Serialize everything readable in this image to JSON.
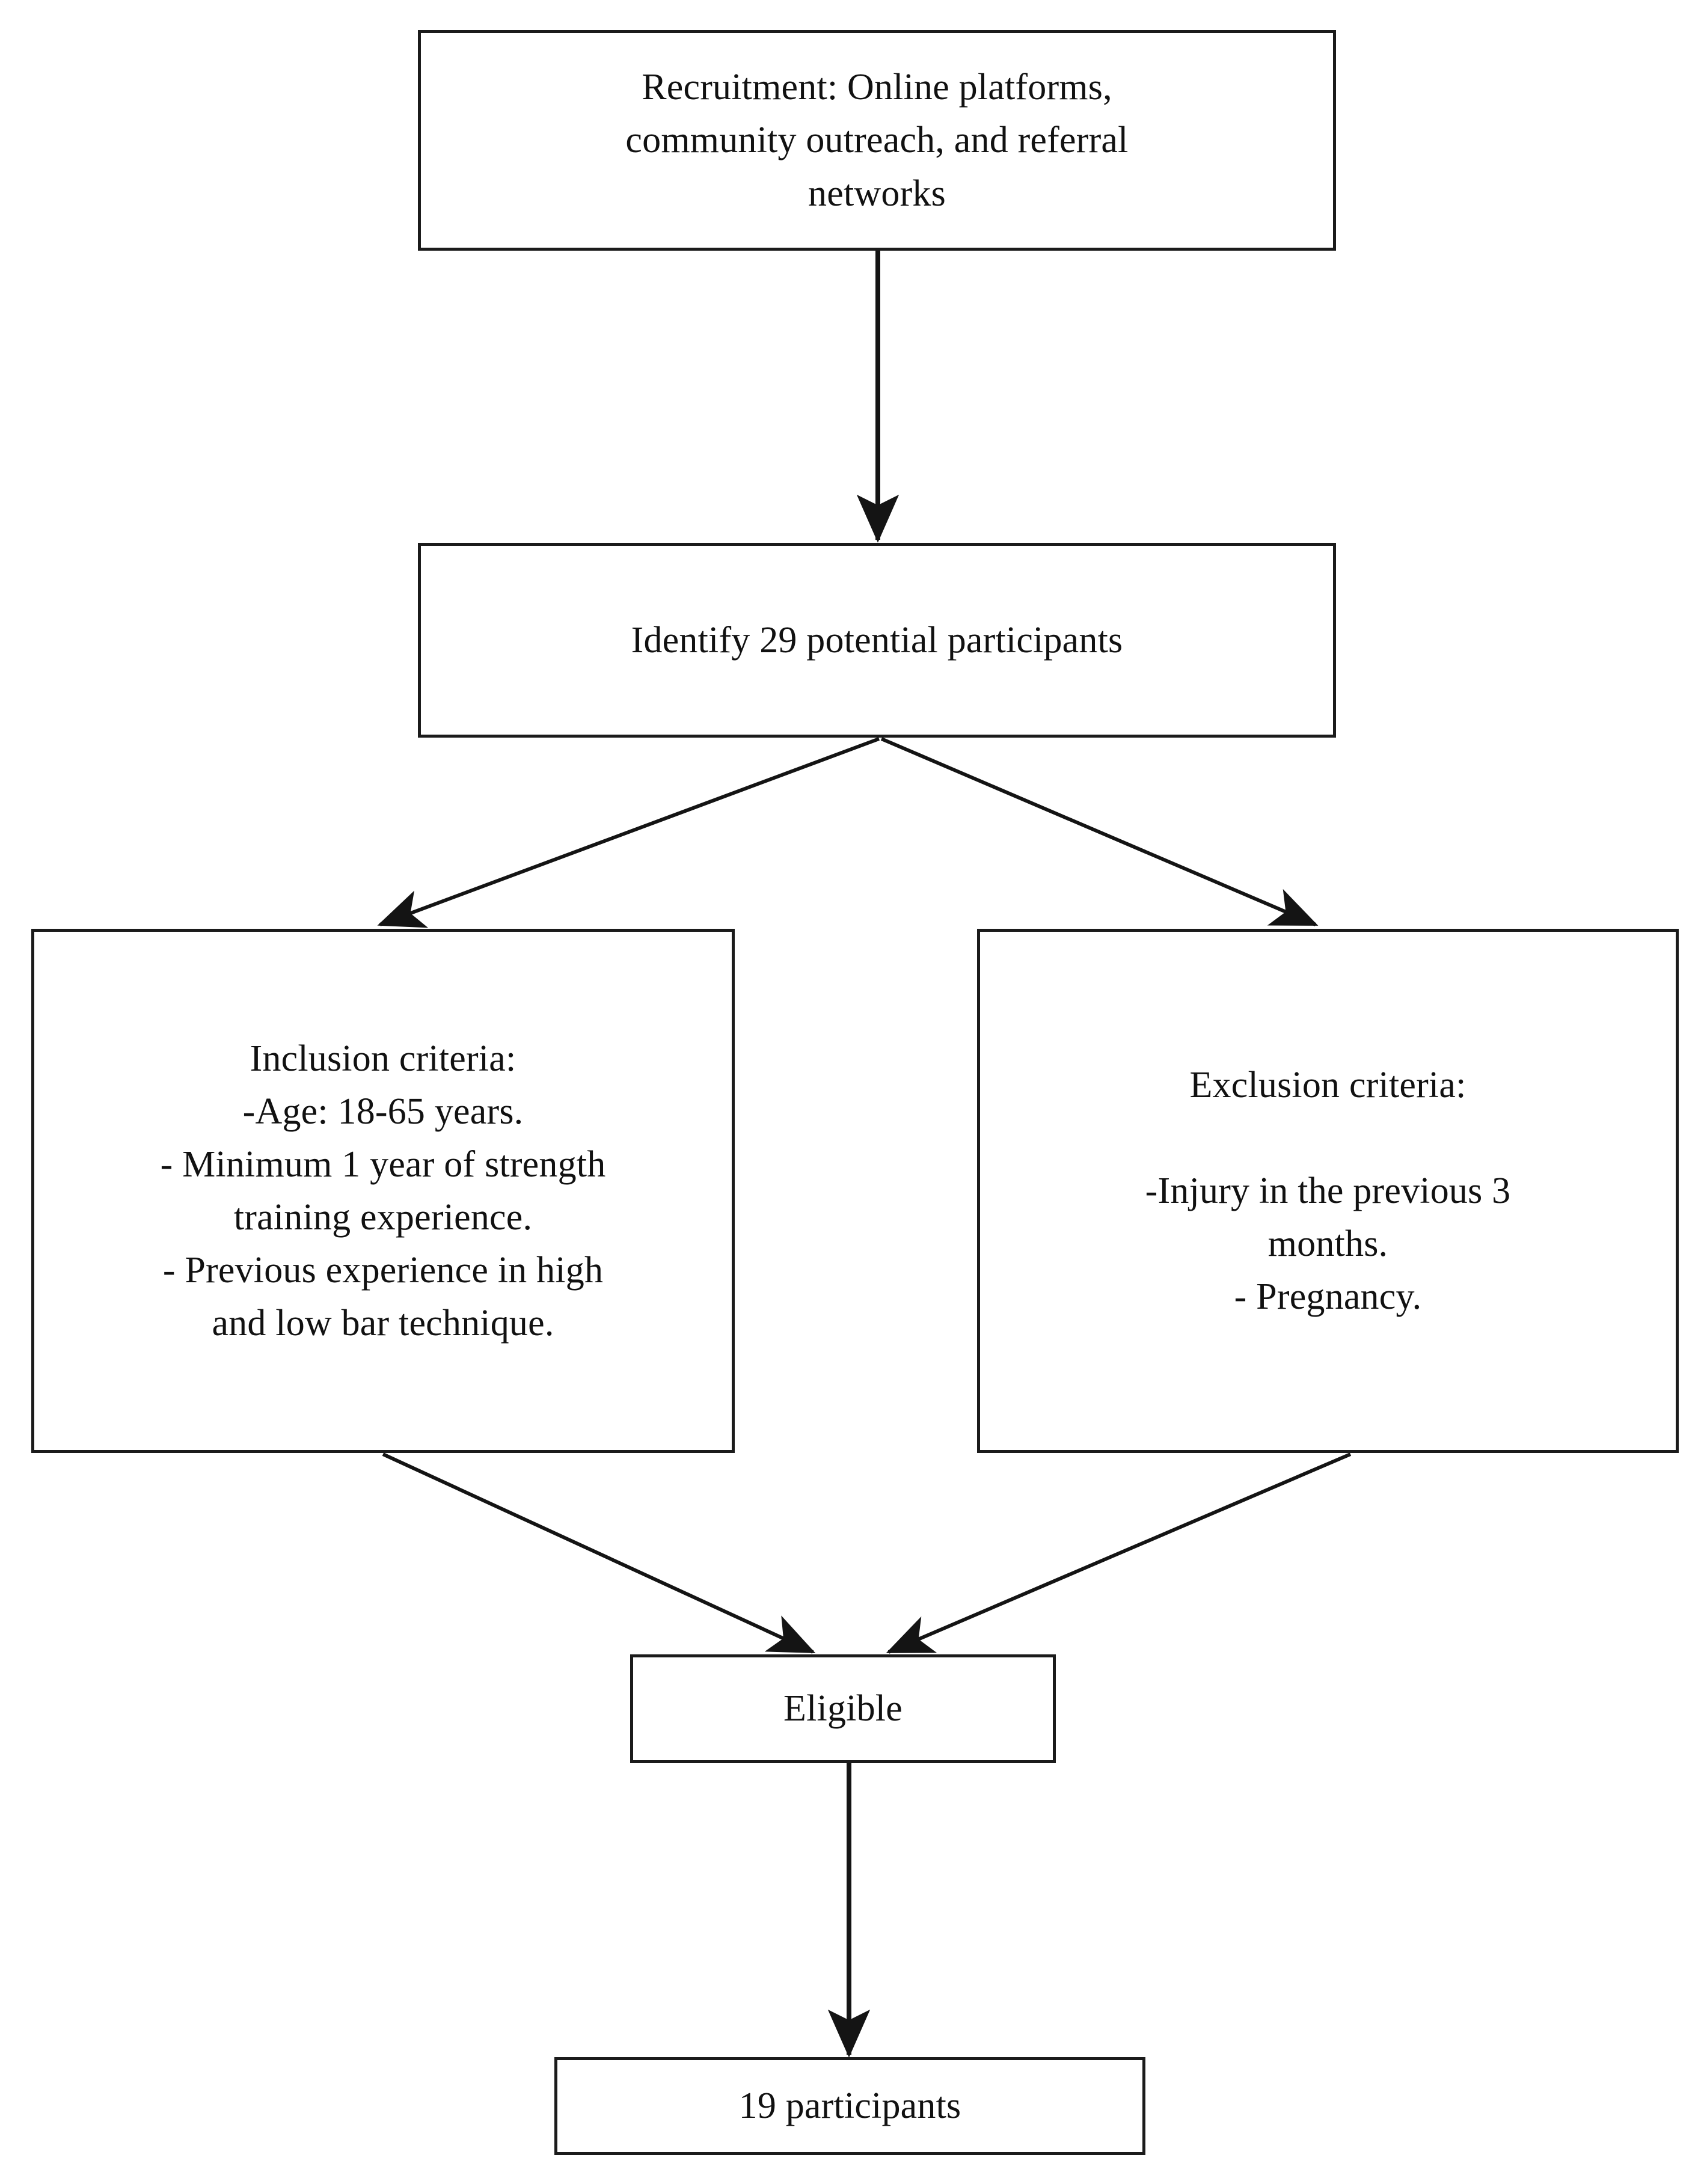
{
  "diagram": {
    "type": "flowchart",
    "title": "Participant recruitment and eligibility flow",
    "orientation": "top-to-bottom",
    "background_color": "#ffffff",
    "line_color": "#1b1b1b",
    "text_color": "#111111",
    "nodes": [
      {
        "id": "recruitment",
        "label": "Recruitment: Online platforms,\ncommunity outreach, and referral\nnetworks",
        "shape": "rectangle"
      },
      {
        "id": "identify",
        "label": "Identify 29 potential participants",
        "shape": "rectangle",
        "count": 29
      },
      {
        "id": "inclusion",
        "label": "Inclusion criteria:\n-Age: 18-65 years.\n- Minimum 1 year of strength\ntraining experience.\n- Previous experience in high\nand low bar technique.",
        "shape": "rectangle"
      },
      {
        "id": "exclusion",
        "label": "Exclusion criteria:\n\n-Injury in the previous 3\nmonths.\n- Pregnancy.",
        "shape": "rectangle"
      },
      {
        "id": "eligible",
        "label": "Eligible",
        "shape": "rectangle"
      },
      {
        "id": "participants",
        "label": "19 participants",
        "shape": "rectangle",
        "count": 19
      }
    ],
    "edges": [
      {
        "from": "recruitment",
        "to": "identify",
        "style": "straight-arrow"
      },
      {
        "from": "identify",
        "to": "inclusion",
        "style": "diagonal-arrow"
      },
      {
        "from": "identify",
        "to": "exclusion",
        "style": "diagonal-arrow"
      },
      {
        "from": "inclusion",
        "to": "eligible",
        "style": "diagonal-arrow"
      },
      {
        "from": "exclusion",
        "to": "eligible",
        "style": "diagonal-arrow"
      },
      {
        "from": "eligible",
        "to": "participants",
        "style": "straight-arrow"
      }
    ]
  }
}
